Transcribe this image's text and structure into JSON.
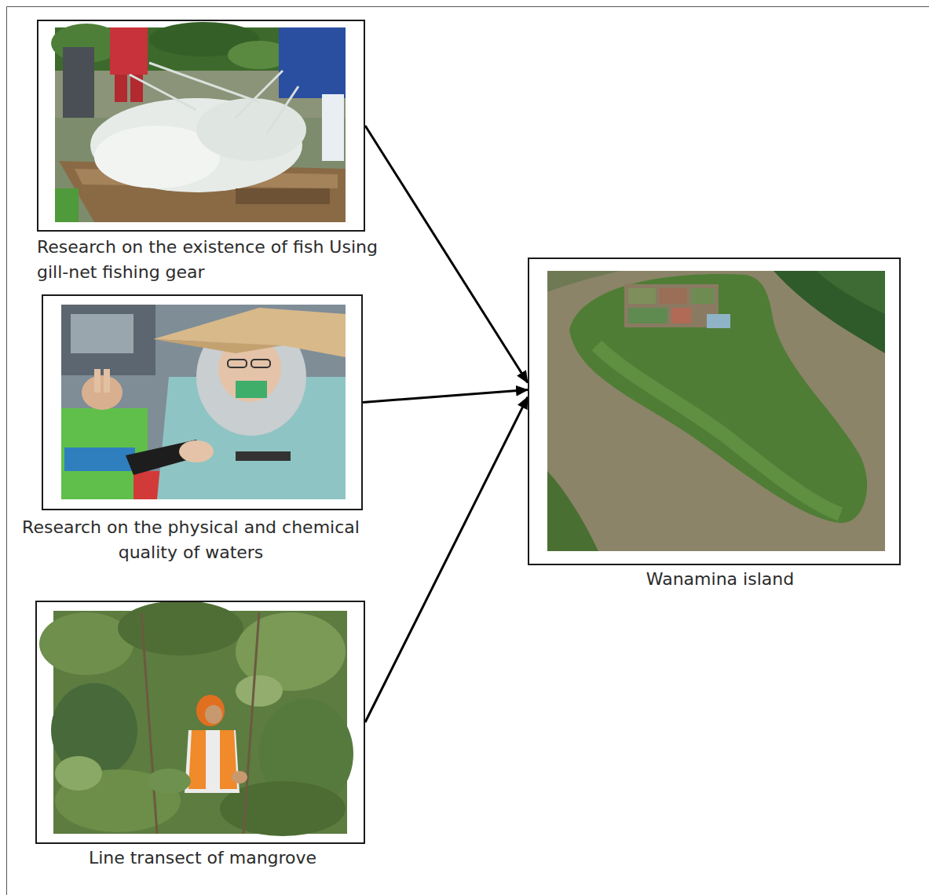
{
  "diagram": {
    "nodes": [
      {
        "text": [
          "Research on the existence of fish Using gill-net fishing gear"
        ]
      },
      {
        "text": [
          "Research on the physical and chemical quality of waters"
        ]
      },
      {
        "text": [
          "Line transect of mangrove"
        ]
      },
      {
        "text": [
          "Wanamina island"
        ]
      }
    ],
    "edges": [
      {
        "from": 0,
        "to": 3,
        "arrow": "to"
      },
      {
        "from": 1,
        "to": 3,
        "arrow": "to"
      },
      {
        "from": 2,
        "to": 3,
        "arrow": "to"
      }
    ]
  }
}
